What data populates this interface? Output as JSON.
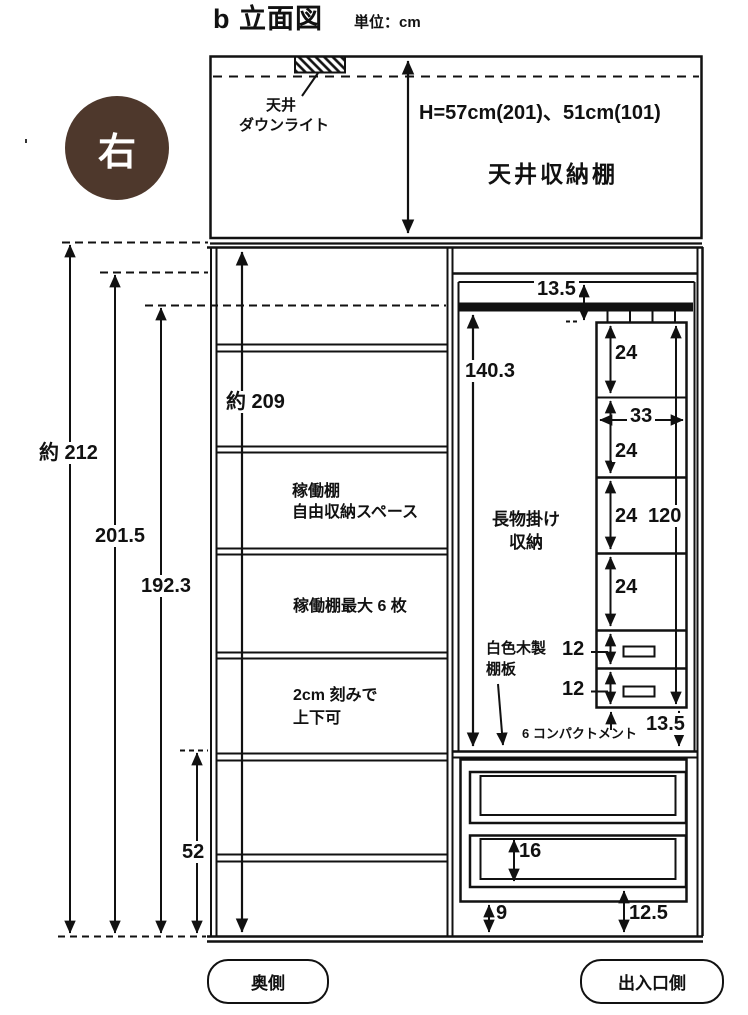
{
  "title": {
    "main": "b 立面図",
    "unit": "単位：cm"
  },
  "side_badge": {
    "label": "右",
    "color": "#4e382c"
  },
  "ceiling_section": {
    "downlight_label_line1": "天井",
    "downlight_label_line2": "ダウンライト",
    "height_note": "H=57cm(201)、51cm(101)",
    "name": "天井収納棚"
  },
  "left_dimensions": {
    "overall": "約 212",
    "d2": "201.5",
    "d3": "192.3",
    "d4": "52"
  },
  "left_cabinet": {
    "height": "約 209",
    "label1_line1": "稼働棚",
    "label1_line2": "自由収納スペース",
    "label2": "稼働棚最大 6 枚",
    "label3_line1": "2cm 刻みで",
    "label3_line2": "上下可"
  },
  "right_cabinet": {
    "top_gap": "13.5",
    "hang_height": "140.3",
    "hang_label_line1": "長物掛け",
    "hang_label_line2": "収納",
    "compartment_width": "33",
    "compartment_heights": [
      "24",
      "24",
      "24",
      "24",
      "12",
      "12"
    ],
    "total_height": "120",
    "shelf_label_line1": "白色木製",
    "shelf_label_line2": "棚板",
    "compartments_note": "6 コンパクトメント",
    "bottom_gap": "13.5",
    "drawer_height": "16",
    "toe_left": "9",
    "toe_right": "12.5"
  },
  "footer": {
    "left_pill": "奥側",
    "right_pill": "出入口側"
  }
}
